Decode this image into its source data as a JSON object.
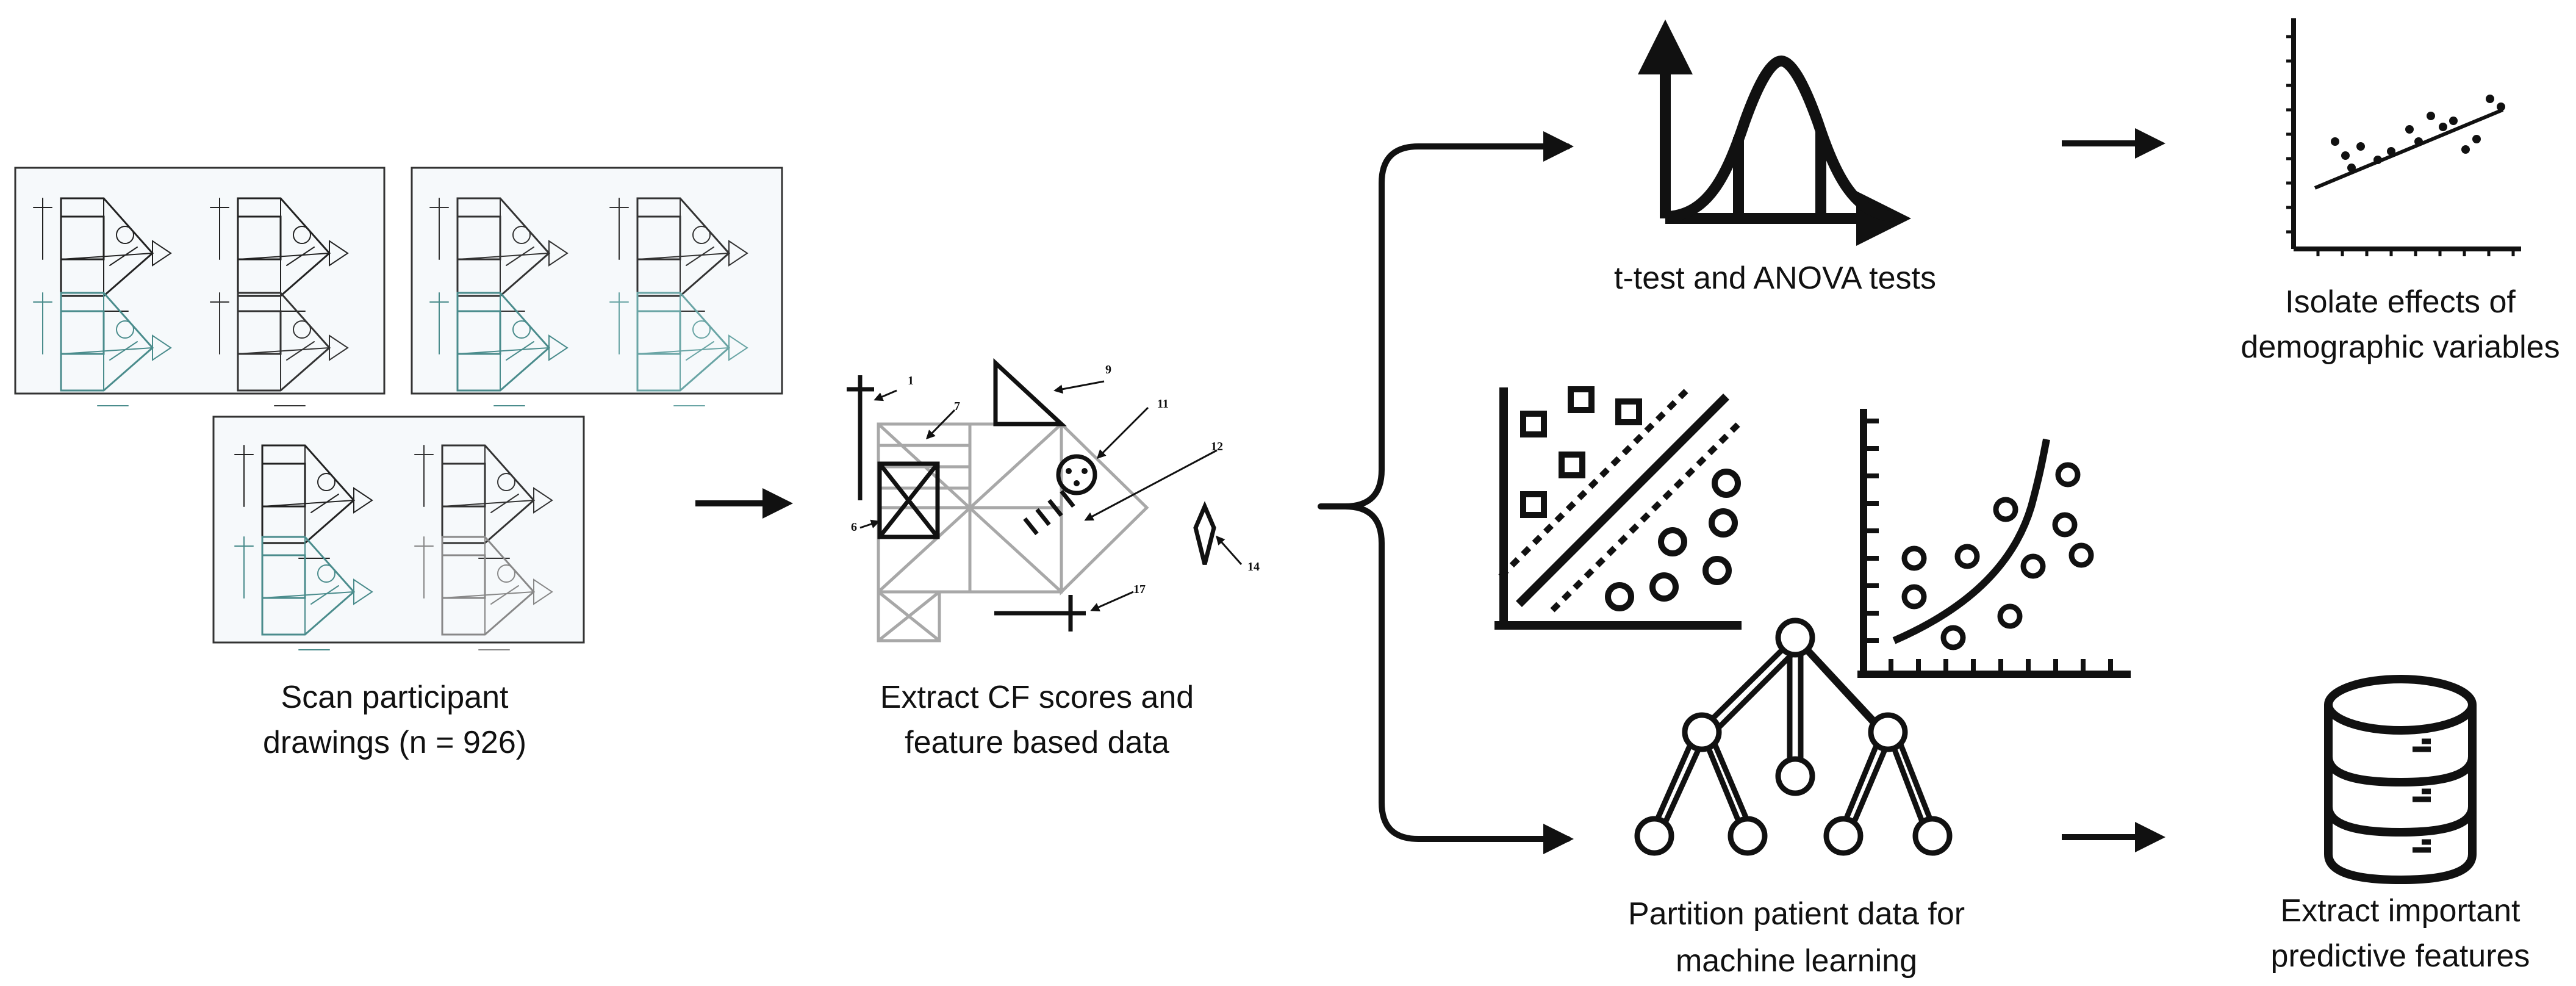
{
  "steps": {
    "scan": {
      "line1": "Scan participant",
      "line2": "drawings (n = 926)"
    },
    "extract": {
      "line1": "Extract CF scores and",
      "line2": "feature based data"
    },
    "ttest": {
      "line1": "t-test and ANOVA tests"
    },
    "isolate": {
      "line1": "Isolate effects of",
      "line2": "demographic variables"
    },
    "partition": {
      "line1": "Partition patient data for",
      "line2": "machine learning"
    },
    "important": {
      "line1": "Extract important",
      "line2": "predictive features"
    }
  },
  "feature_numbers": [
    "1",
    "7",
    "9",
    "11",
    "12",
    "6",
    "14",
    "17"
  ],
  "icons": {
    "scans": "scanned-rcft-drawings",
    "figure": "rey-complex-figure-icon",
    "bell": "bell-curve-icon",
    "scatter": "scatter-trendline-icon",
    "svm": "svm-classifier-icon",
    "nonlinear": "nonlinear-classifier-icon",
    "tree": "decision-tree-icon",
    "database": "database-icon"
  },
  "colors": {
    "ink": "#111111",
    "figure_gray": "#a8a8a8",
    "scan_ink": "#5a8f8f"
  }
}
